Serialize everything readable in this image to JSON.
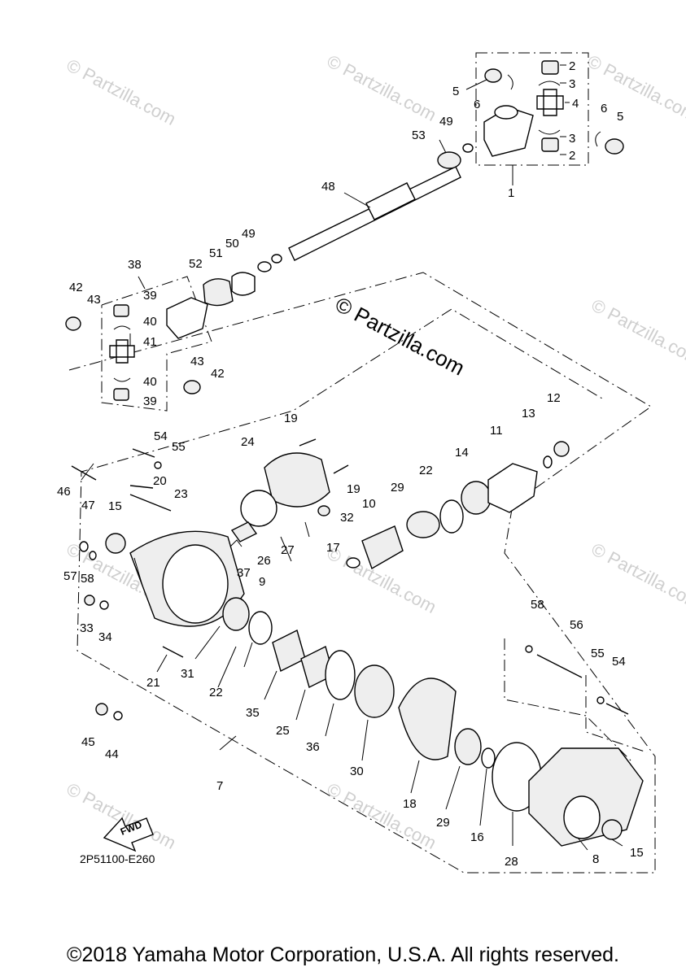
{
  "watermark": {
    "main": "© Partzilla.com",
    "repeat": "© Partzilla.com"
  },
  "drawing_code": "2P51100-E260",
  "fwd_label": "FWD",
  "copyright": "©2018 Yamaha Motor Corporation, U.S.A. All rights reserved.",
  "callouts": {
    "c1": "1",
    "c2a": "2",
    "c2b": "2",
    "c3a": "3",
    "c3b": "3",
    "c4": "4",
    "c5a": "5",
    "c5b": "5",
    "c6a": "6",
    "c6b": "6",
    "c7": "7",
    "c8": "8",
    "c9": "9",
    "c10": "10",
    "c11": "11",
    "c12": "12",
    "c13": "13",
    "c14": "14",
    "c15a": "15",
    "c15b": "15",
    "c16": "16",
    "c17": "17",
    "c18": "18",
    "c19a": "19",
    "c19b": "19",
    "c20": "20",
    "c21": "21",
    "c22a": "22",
    "c22b": "22",
    "c23": "23",
    "c24": "24",
    "c25": "25",
    "c26": "26",
    "c27": "27",
    "c28": "28",
    "c29a": "29",
    "c29b": "29",
    "c30": "30",
    "c31": "31",
    "c32": "32",
    "c33": "33",
    "c34": "34",
    "c35": "35",
    "c36": "36",
    "c37": "37",
    "c38": "38",
    "c39a": "39",
    "c39b": "39",
    "c40a": "40",
    "c40b": "40",
    "c41": "41",
    "c42a": "42",
    "c42b": "42",
    "c43a": "43",
    "c43b": "43",
    "c44": "44",
    "c45": "45",
    "c46": "46",
    "c47": "47",
    "c48": "48",
    "c49a": "49",
    "c49b": "49",
    "c50": "50",
    "c51": "51",
    "c52": "52",
    "c53": "53",
    "c54a": "54",
    "c54b": "54",
    "c55a": "55",
    "c55b": "55",
    "c56": "56",
    "c57": "57",
    "c58a": "58",
    "c58b": "58"
  }
}
